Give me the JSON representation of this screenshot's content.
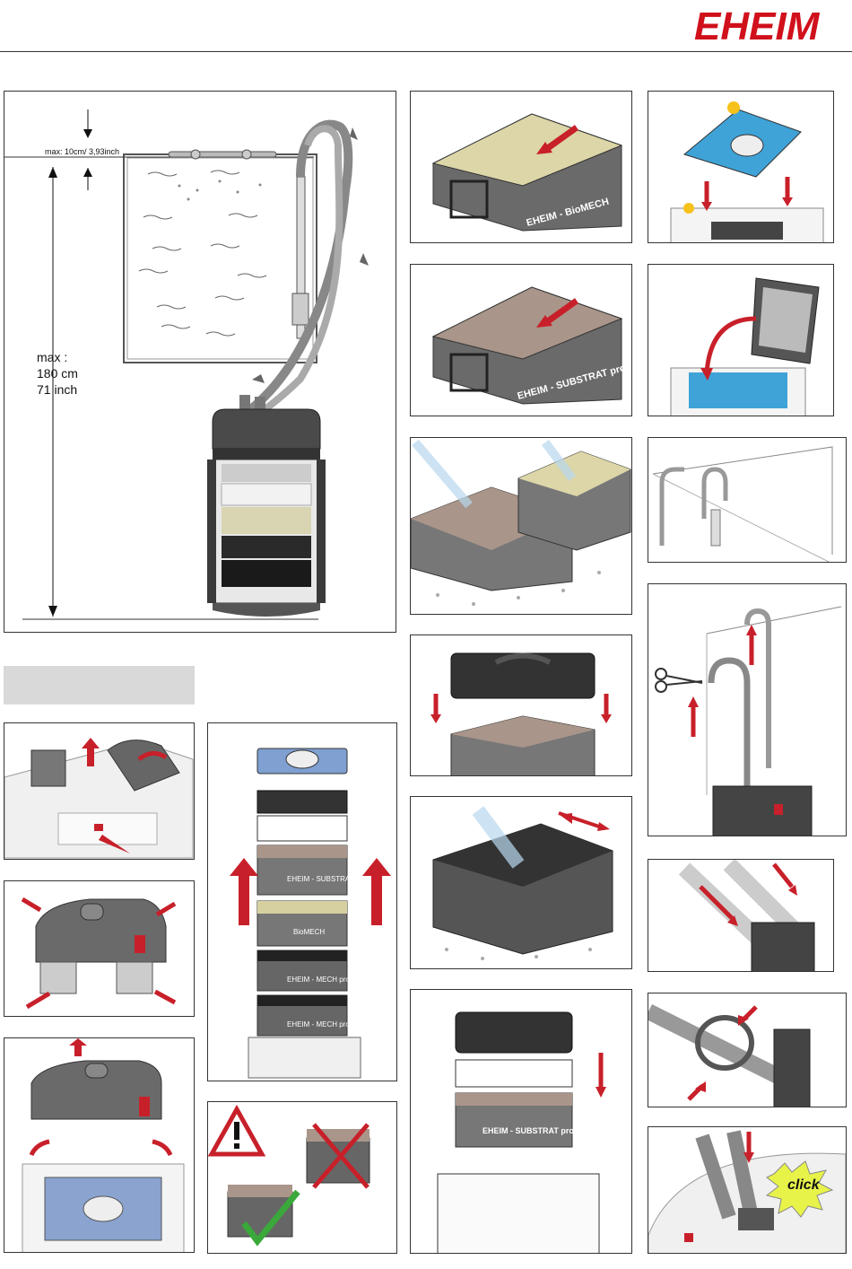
{
  "header": {
    "brand": "EHEIM",
    "brand_color": "#d0101b"
  },
  "diagram": {
    "max_water_level": "max: 10cm/ 3,93inch",
    "max_height_line1": "max :",
    "max_height_line2": "180 cm",
    "max_height_line3": "71 inch"
  },
  "baskets": {
    "biomech": "EHEIM - BioMECH",
    "substrat": "EHEIM - SUBSTRAT pro",
    "mech": "EHEIM - MECH pro",
    "biomech_short": "BioMECH"
  },
  "steps": {
    "click_label": "click"
  },
  "icons": {
    "warning": "warning-triangle-icon",
    "cross": "cross-icon",
    "check": "checkmark-icon",
    "scissors": "scissors-icon"
  },
  "colors": {
    "arrow_red": "#c8202a",
    "grey_unit": "#6a6a6a",
    "blue_pad": "#3fa3d8",
    "click_burst": "#e8f34a"
  }
}
